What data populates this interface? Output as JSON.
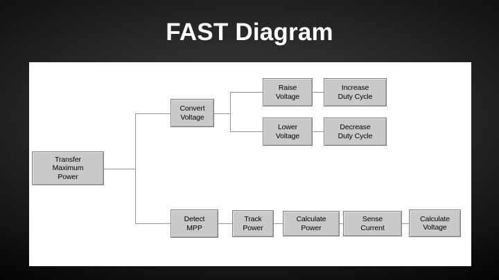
{
  "slide": {
    "title": "FAST Diagram",
    "title_color": "#ffffff",
    "background_color": "#000000",
    "canvas_color": "#ffffff"
  },
  "diagram": {
    "node_fill": "#c9c9c9",
    "node_border": "#7e7e7e",
    "connector_color": "#959595",
    "nodes": [
      {
        "id": "transfer-maximum-power",
        "lines": [
          "Transfer",
          "Maximum",
          "Power"
        ]
      },
      {
        "id": "convert-voltage",
        "lines": [
          "Convert",
          "Voltage"
        ]
      },
      {
        "id": "raise-voltage",
        "lines": [
          "Raise",
          "Voltage"
        ]
      },
      {
        "id": "increase-duty-cycle",
        "lines": [
          "Increase",
          "Duty Cycle"
        ]
      },
      {
        "id": "lower-voltage",
        "lines": [
          "Lower",
          "Voltage"
        ]
      },
      {
        "id": "decrease-duty-cycle",
        "lines": [
          "Decrease",
          "Duty Cycle"
        ]
      },
      {
        "id": "detect-mpp",
        "lines": [
          "Detect",
          "MPP"
        ]
      },
      {
        "id": "track-power",
        "lines": [
          "Track",
          "Power"
        ]
      },
      {
        "id": "calculate-power",
        "lines": [
          "Calculate",
          "Power"
        ]
      },
      {
        "id": "sense-current",
        "lines": [
          "Sense",
          "Current"
        ]
      },
      {
        "id": "calculate-voltage",
        "lines": [
          "Calculate",
          "Voltage"
        ]
      }
    ]
  }
}
